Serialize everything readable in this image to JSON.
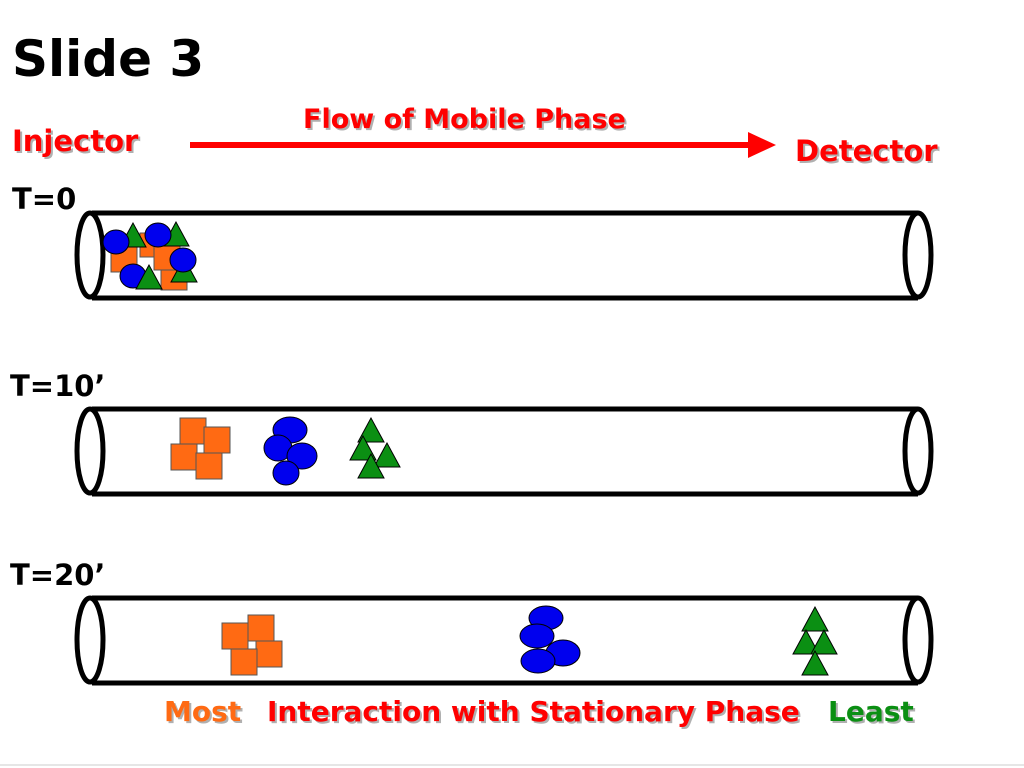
{
  "slide": {
    "title": "Slide 3"
  },
  "labels": {
    "injector": "Injector",
    "detector": "Detector",
    "flow": "Flow of Mobile Phase"
  },
  "times": [
    {
      "label": "T=0"
    },
    {
      "label": "T=10’"
    },
    {
      "label": "T=20’"
    }
  ],
  "legend": {
    "most": "Most",
    "middle": "Interaction with Stationary Phase",
    "least": "Least"
  },
  "colors": {
    "orange": "#ff6a13",
    "blue": "#0000ee",
    "green": "#0b8f13",
    "red": "#ff0000"
  }
}
